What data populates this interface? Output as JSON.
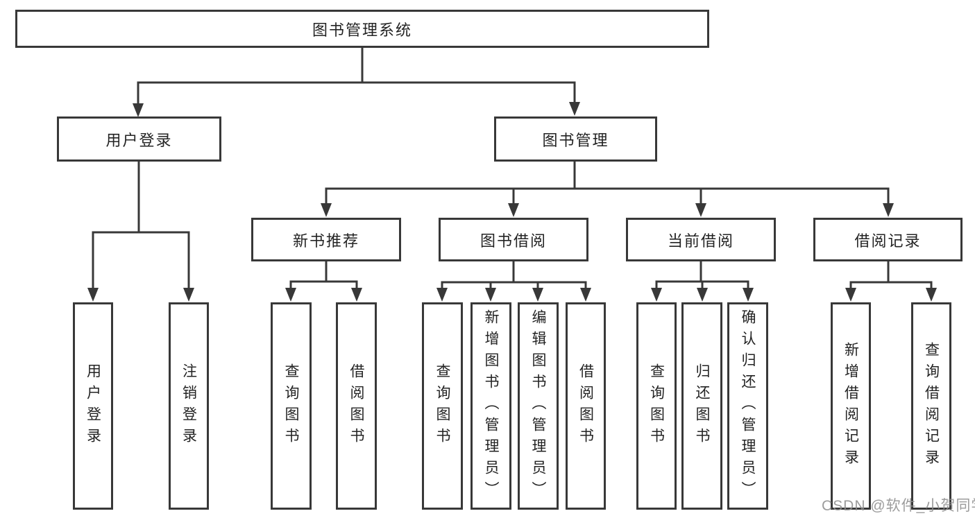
{
  "tree": {
    "label": "图书管理系统",
    "children": [
      {
        "label": "用户登录",
        "children": [
          {
            "label": "用户登录"
          },
          {
            "label": "注销登录"
          }
        ]
      },
      {
        "label": "图书管理",
        "children": [
          {
            "label": "新书推荐",
            "children": [
              {
                "label": "查询图书"
              },
              {
                "label": "借阅图书"
              }
            ]
          },
          {
            "label": "图书借阅",
            "children": [
              {
                "label": "查询图书"
              },
              {
                "label": "新增图书（管理员）"
              },
              {
                "label": "编辑图书（管理员）"
              },
              {
                "label": "借阅图书"
              }
            ]
          },
          {
            "label": "当前借阅",
            "children": [
              {
                "label": "查询图书"
              },
              {
                "label": "归还图书"
              },
              {
                "label": "确认归还（管理员）"
              }
            ]
          },
          {
            "label": "借阅记录",
            "children": [
              {
                "label": "新增借阅记录"
              },
              {
                "label": "查询借阅记录"
              }
            ]
          }
        ]
      }
    ]
  },
  "watermark": "CSDN @软件_小贺同学",
  "colors": {
    "line": "#383838",
    "box_border": "#383838",
    "text": "#232323",
    "watermark": "#8f8f8f",
    "background": "#ffffff"
  }
}
